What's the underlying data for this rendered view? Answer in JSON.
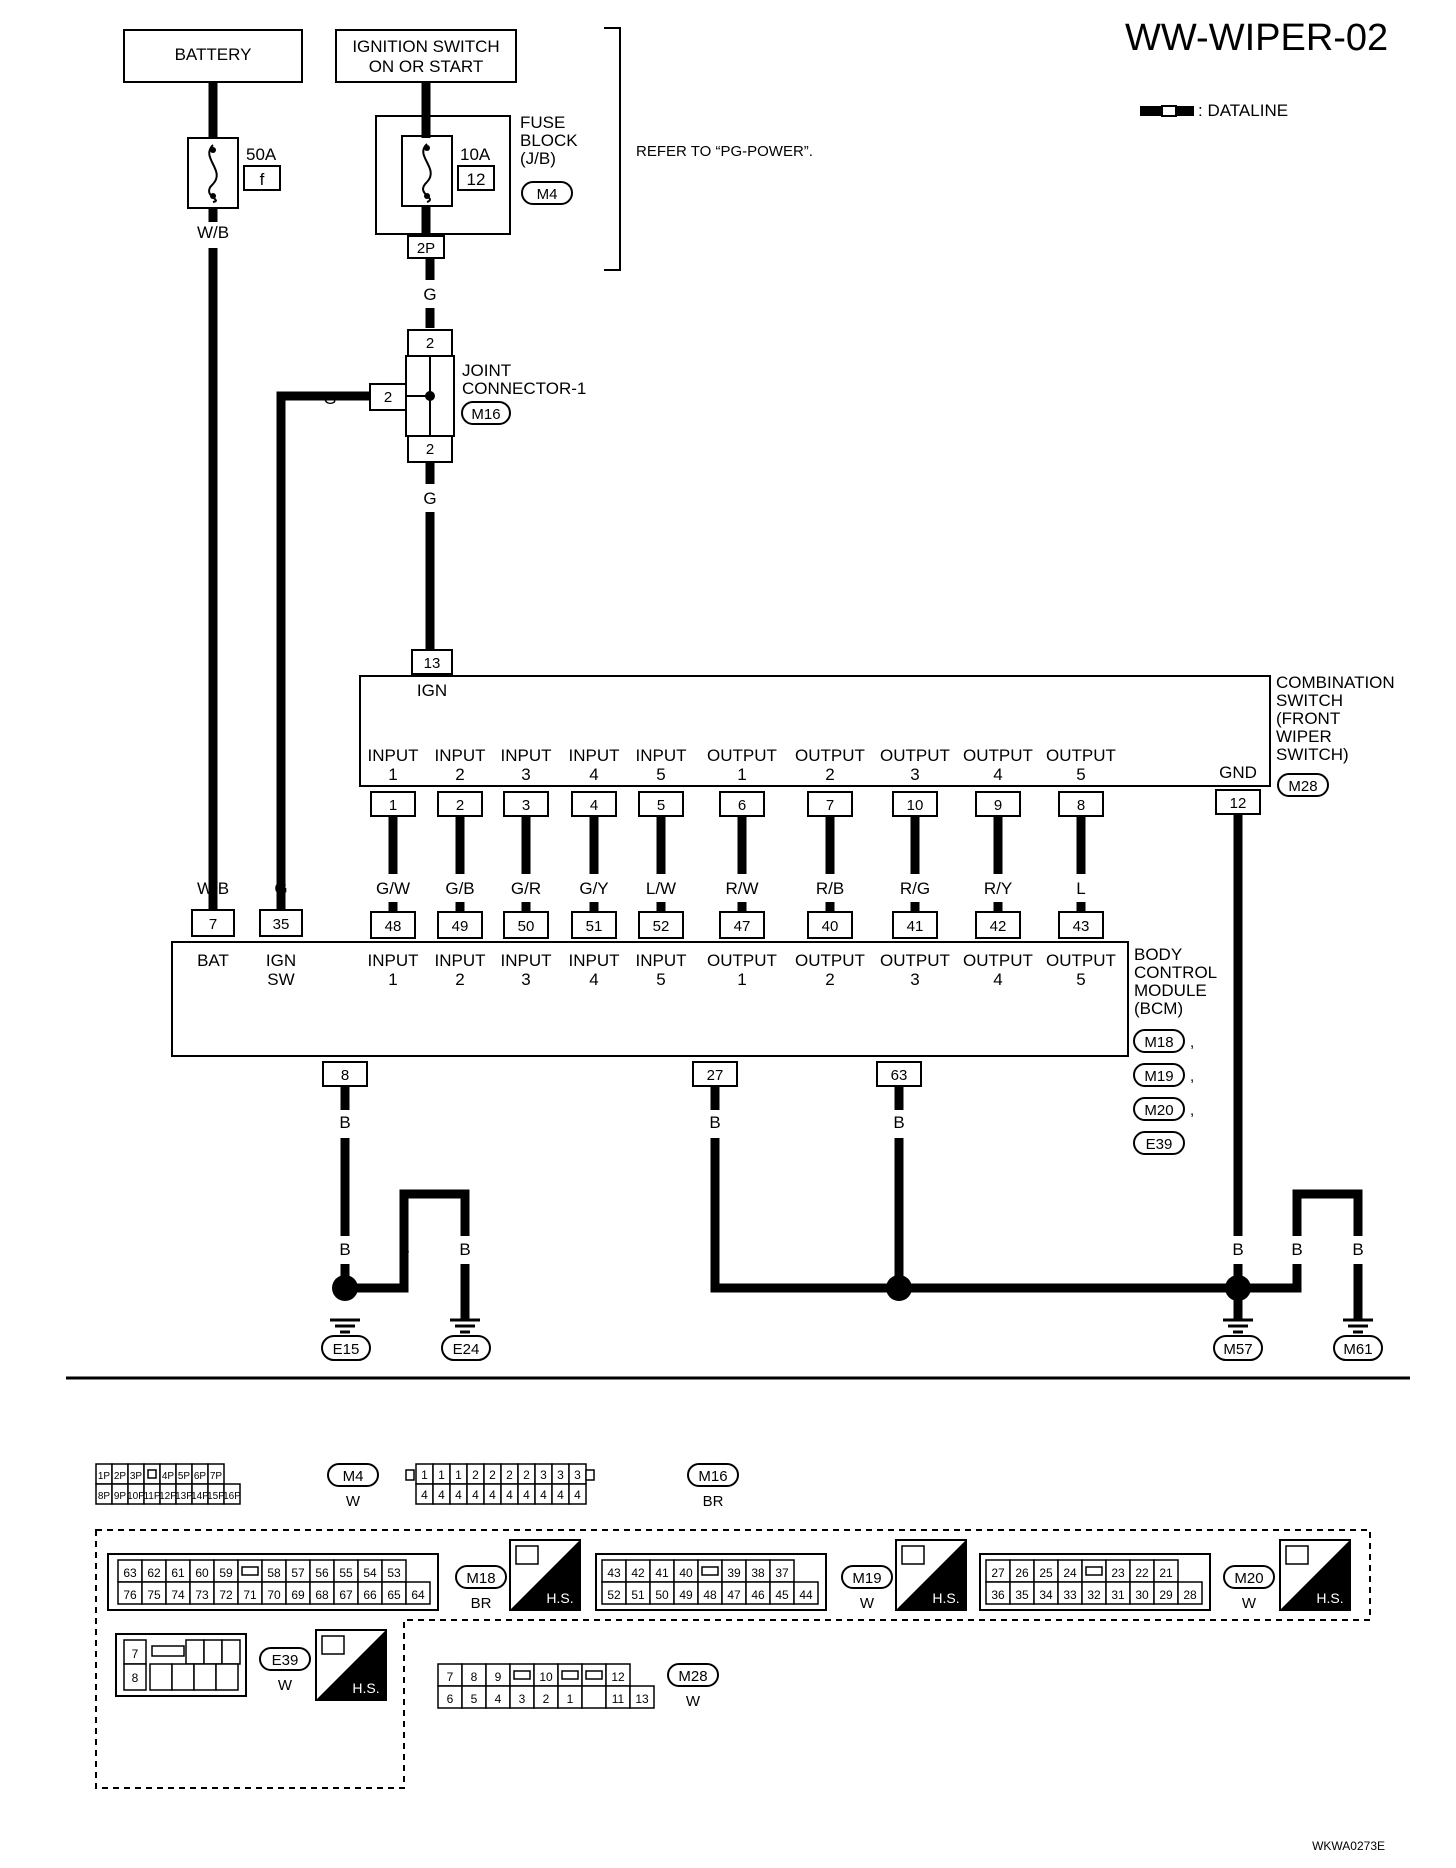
{
  "title": "WW-WIPER-02",
  "legend": {
    "dataline": ": DATALINE"
  },
  "battery": {
    "label": "BATTERY",
    "fuse_amp": "50A",
    "fuse_id": "f",
    "wire": "W/B"
  },
  "ignition": {
    "line1": "IGNITION SWITCH",
    "line2": "ON OR START"
  },
  "fuse_block": {
    "line1": "FUSE",
    "line2": "BLOCK",
    "line3": "(J/B)",
    "fuse_amp": "10A",
    "fuse_no": "12",
    "connector": "M4",
    "terminal": "2P",
    "refer": "REFER TO “PG-POWER”.",
    "wire": "G"
  },
  "joint": {
    "line1": "JOINT",
    "line2": "CONNECTOR-1",
    "connector": "M16",
    "pin": "2",
    "wire": "G"
  },
  "combination_switch": {
    "line1": "COMBINATION",
    "line2": "SWITCH",
    "line3": "(FRONT",
    "line4": "WIPER",
    "line5": "SWITCH)",
    "connector": "M28",
    "ign_pin": "13",
    "ign_label": "IGN",
    "gnd_label": "GND",
    "gnd_pin": "12",
    "ports": [
      {
        "name": "INPUT",
        "num": "1",
        "pin": "1"
      },
      {
        "name": "INPUT",
        "num": "2",
        "pin": "2"
      },
      {
        "name": "INPUT",
        "num": "3",
        "pin": "3"
      },
      {
        "name": "INPUT",
        "num": "4",
        "pin": "4"
      },
      {
        "name": "INPUT",
        "num": "5",
        "pin": "5"
      },
      {
        "name": "OUTPUT",
        "num": "1",
        "pin": "6"
      },
      {
        "name": "OUTPUT",
        "num": "2",
        "pin": "7"
      },
      {
        "name": "OUTPUT",
        "num": "3",
        "pin": "10"
      },
      {
        "name": "OUTPUT",
        "num": "4",
        "pin": "9"
      },
      {
        "name": "OUTPUT",
        "num": "5",
        "pin": "8"
      }
    ]
  },
  "signal_wires": [
    "G/W",
    "G/B",
    "G/R",
    "G/Y",
    "L/W",
    "R/W",
    "R/B",
    "R/G",
    "R/Y",
    "L"
  ],
  "bcm": {
    "line1": "BODY",
    "line2": "CONTROL",
    "line3": "MODULE",
    "line4": "(BCM)",
    "connectors": [
      "M18",
      "M19",
      "M20",
      "E39"
    ],
    "bat_label": "BAT",
    "bat_pin": "7",
    "bat_wire": "W/B",
    "ign_label1": "IGN",
    "ign_label2": "SW",
    "ign_pin": "35",
    "ign_wire": "G",
    "ports": [
      {
        "name": "INPUT",
        "num": "1",
        "pin": "48"
      },
      {
        "name": "INPUT",
        "num": "2",
        "pin": "49"
      },
      {
        "name": "INPUT",
        "num": "3",
        "pin": "50"
      },
      {
        "name": "INPUT",
        "num": "4",
        "pin": "51"
      },
      {
        "name": "INPUT",
        "num": "5",
        "pin": "52"
      },
      {
        "name": "OUTPUT",
        "num": "1",
        "pin": "47"
      },
      {
        "name": "OUTPUT",
        "num": "2",
        "pin": "40"
      },
      {
        "name": "OUTPUT",
        "num": "3",
        "pin": "41"
      },
      {
        "name": "OUTPUT",
        "num": "4",
        "pin": "42"
      },
      {
        "name": "OUTPUT",
        "num": "5",
        "pin": "43"
      }
    ],
    "ground_pins": [
      "8",
      "27",
      "63"
    ]
  },
  "ground_wire": "B",
  "grounds": [
    "E15",
    "E24",
    "M57",
    "M61"
  ],
  "connector_views": {
    "m4": {
      "id": "M4",
      "color": "W",
      "top": [
        "1P",
        "2P",
        "3P",
        "",
        "4P",
        "5P",
        "6P",
        "7P"
      ],
      "bottom": [
        "8P",
        "9P",
        "10P",
        "11P",
        "12P",
        "13P",
        "14P",
        "15P",
        "16P"
      ]
    },
    "m16": {
      "id": "M16",
      "color": "BR",
      "top": [
        "1",
        "1",
        "1",
        "2",
        "2",
        "2",
        "2",
        "3",
        "3",
        "3"
      ],
      "bottom": [
        "4",
        "4",
        "4",
        "4",
        "4",
        "4",
        "4",
        "4",
        "4",
        "4"
      ]
    },
    "m18": {
      "id": "M18",
      "color": "BR",
      "top": [
        "63",
        "62",
        "61",
        "60",
        "59",
        "",
        "58",
        "57",
        "56",
        "55",
        "54",
        "53"
      ],
      "bottom": [
        "76",
        "75",
        "74",
        "73",
        "72",
        "71",
        "70",
        "69",
        "68",
        "67",
        "66",
        "65",
        "64"
      ]
    },
    "m19": {
      "id": "M19",
      "color": "W",
      "top": [
        "43",
        "42",
        "41",
        "40",
        "",
        "39",
        "38",
        "37"
      ],
      "bottom": [
        "52",
        "51",
        "50",
        "49",
        "48",
        "47",
        "46",
        "45",
        "44"
      ]
    },
    "m20": {
      "id": "M20",
      "color": "W",
      "top": [
        "27",
        "26",
        "25",
        "24",
        "",
        "23",
        "22",
        "21"
      ],
      "bottom": [
        "36",
        "35",
        "34",
        "33",
        "32",
        "31",
        "30",
        "29",
        "28"
      ]
    },
    "e39": {
      "id": "E39",
      "color": "W",
      "pins": [
        "7",
        "8"
      ]
    },
    "m28": {
      "id": "M28",
      "color": "W",
      "top": [
        "7",
        "8",
        "9",
        "",
        "10",
        "",
        "",
        "12"
      ],
      "bottom": [
        "6",
        "5",
        "4",
        "3",
        "2",
        "1",
        "",
        "11",
        "13"
      ]
    },
    "hs": "H.S."
  },
  "footer_code": "WKWA0273E"
}
